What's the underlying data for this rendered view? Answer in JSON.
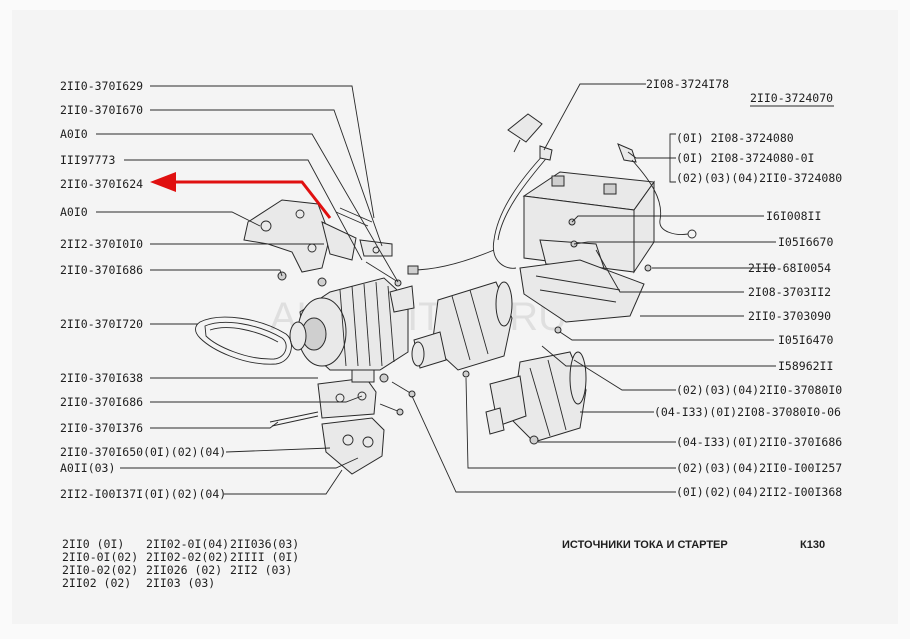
{
  "diagram": {
    "title": "ИСТОЧНИКИ ТОКА И СТАРТЕР",
    "page_code": "К130",
    "watermark": "AUTOPITER.RU",
    "left_labels": [
      "2II0-370I629",
      "2II0-370I670",
      "А0I0",
      "III97773",
      "2II0-370I624",
      "А0I0",
      "2II2-370I0I0",
      "2II0-370I686",
      "2II0-370I720",
      "2II0-370I638",
      "2II0-370I686",
      "2II0-370I376",
      "2II0-370I650(0I)(02)(04)",
      "А0II(03)",
      "2II2-I00I37I(0I)(02)(04)"
    ],
    "right_labels": [
      "2I08-3724I78",
      "2II0-3724070",
      "(0I)          2I08-3724080",
      "(0I)       2I08-3724080-0I",
      "(02)(03)(04)2II0-3724080",
      "I6I008II",
      "I05I6670",
      "2II0-68I0054",
      "2I08-3703II2",
      "2II0-3703090",
      "I05I6470",
      "I58962II",
      "(02)(03)(04)2II0-37080I0",
      "(04-I33)(0I)2I08-37080I0-06",
      "(04-I33)(0I)2II0-370I686",
      "(02)(03)(04)2II0-I00I257",
      "(0I)(02)(04)2II2-I00I368"
    ],
    "footer_rows": [
      [
        "2II0  (0I)",
        "2II02-0I(04)",
        "2II036(03)"
      ],
      [
        "2II0-0I(02)",
        "2II02-02(02)",
        "2IIII (0I)"
      ],
      [
        "2II0-02(02)",
        "2II026  (02)",
        "2II2  (03)"
      ],
      [
        "2II02  (02)",
        "2II03   (03)",
        ""
      ]
    ],
    "highlight_color": "#e01010"
  }
}
